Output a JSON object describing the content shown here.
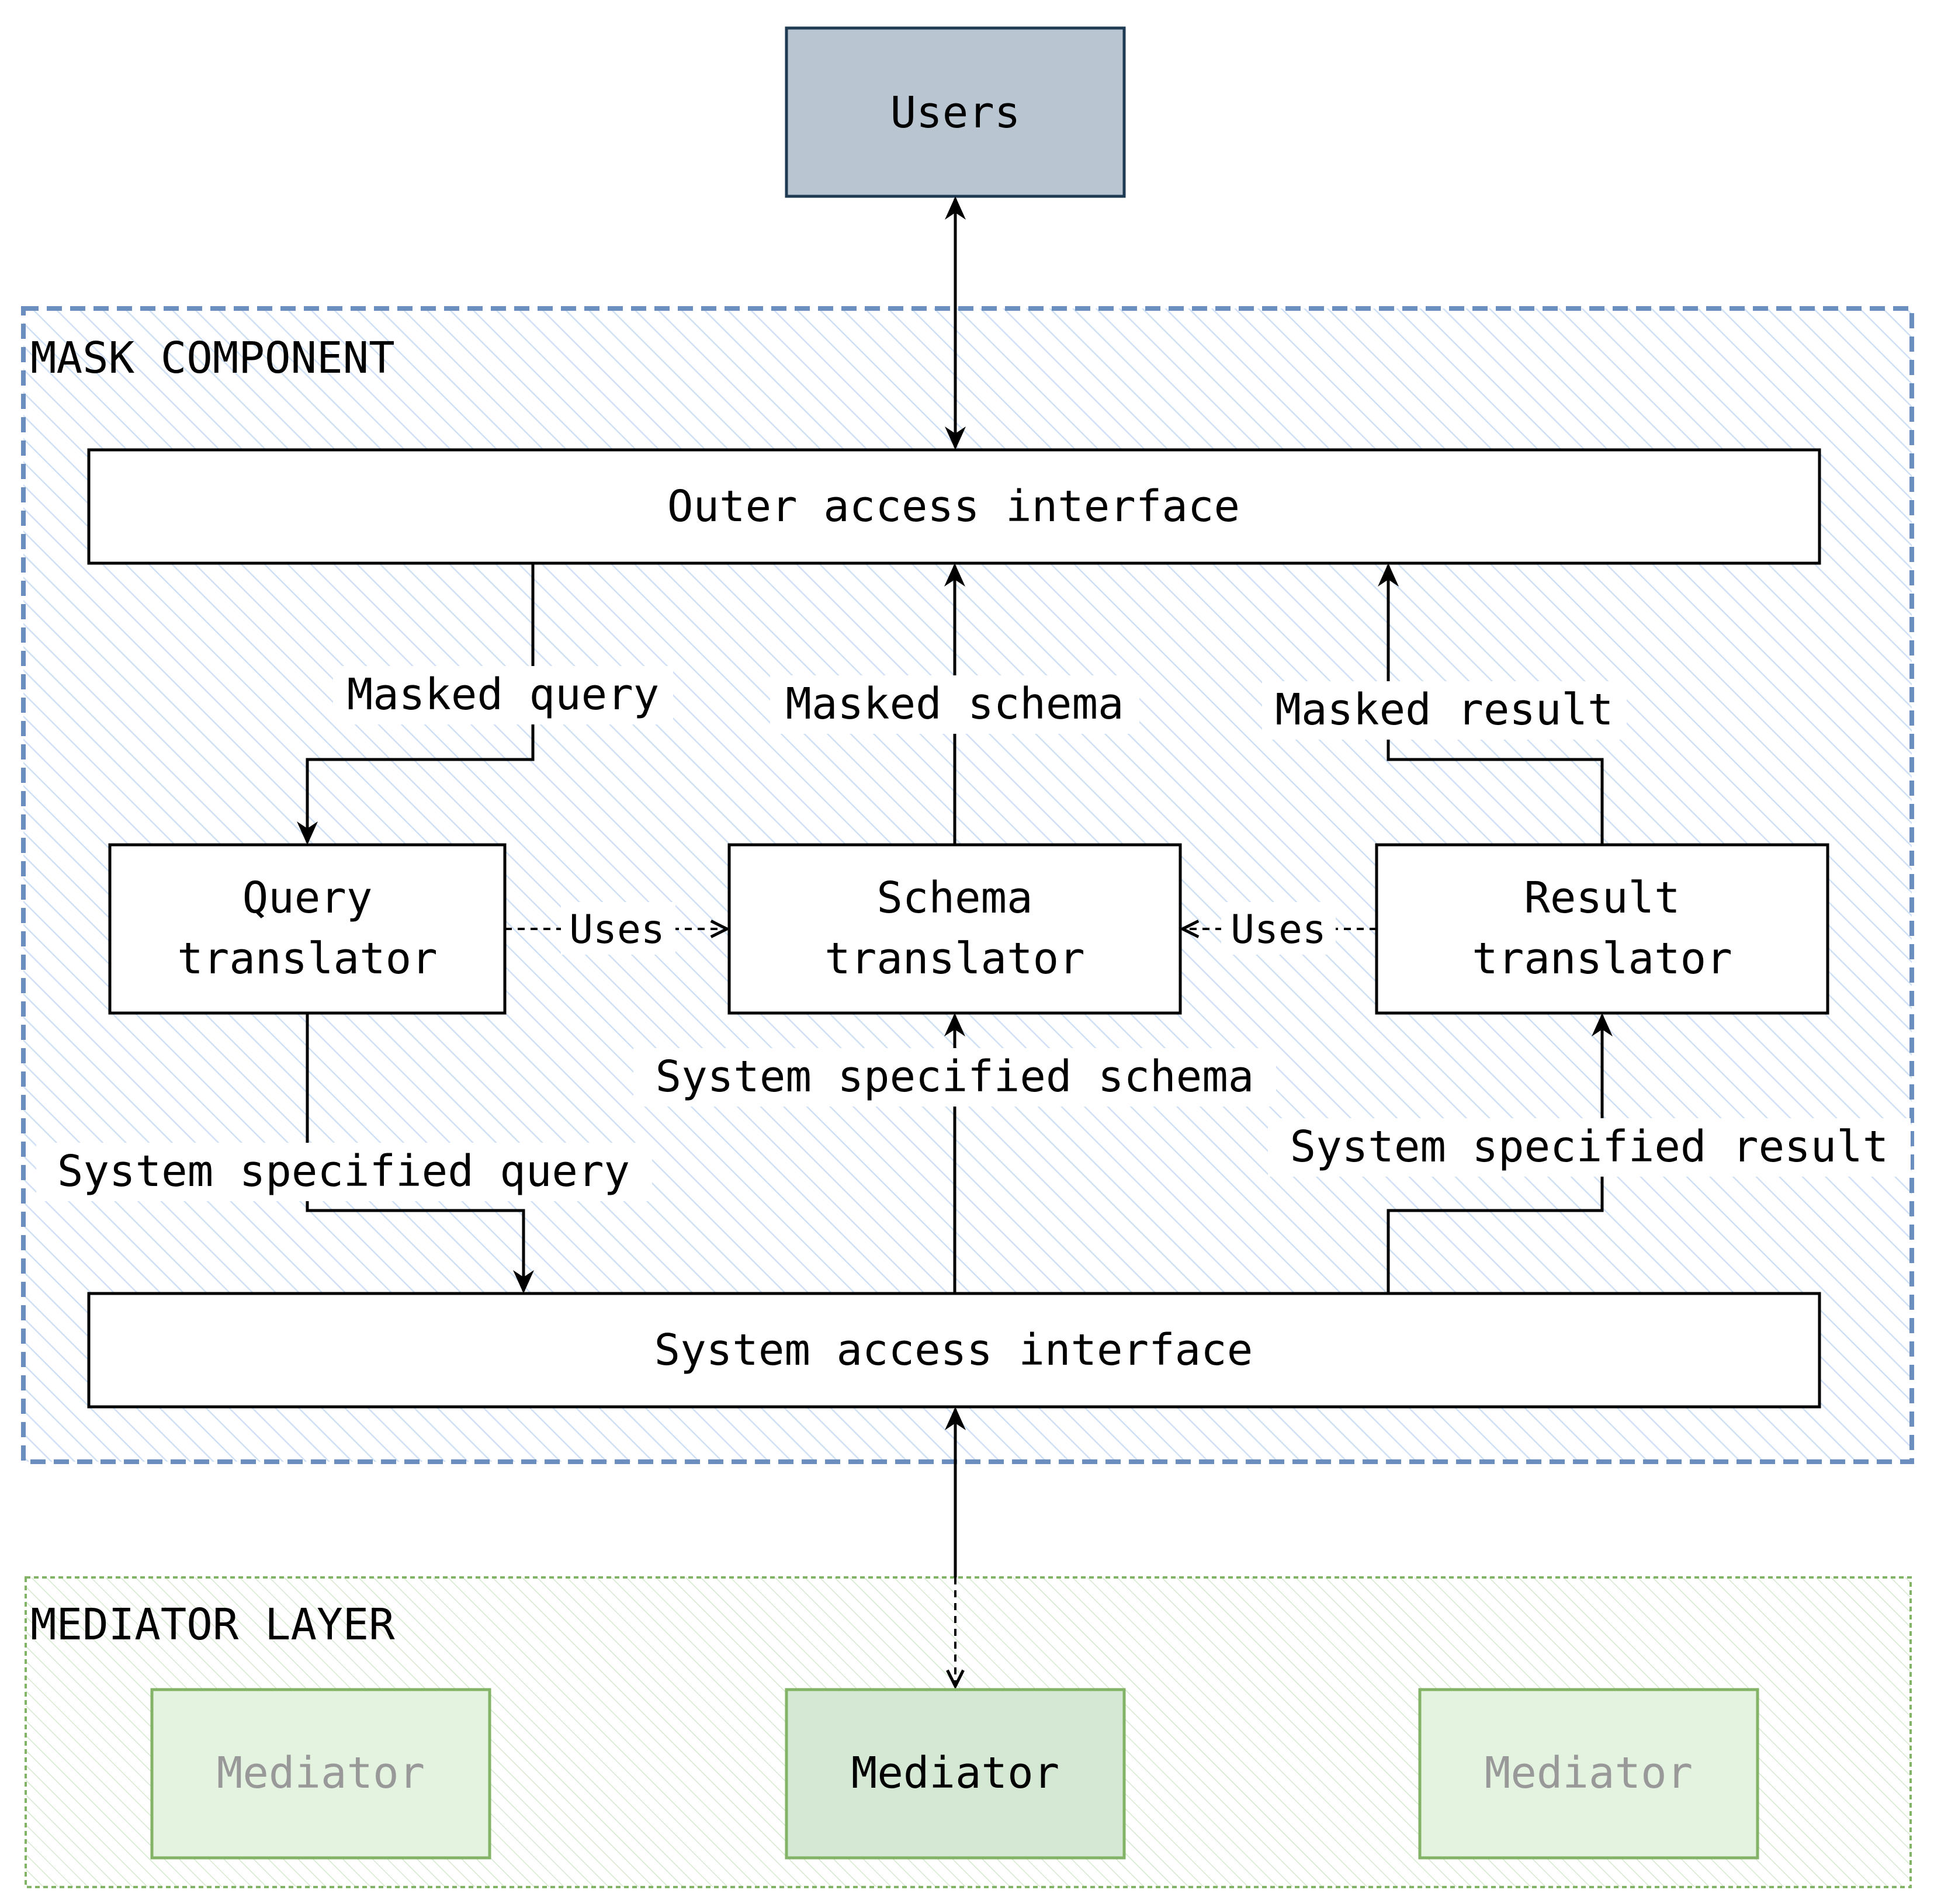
{
  "diagram": {
    "users": {
      "label": "Users",
      "fill": "#b9c6d2",
      "stroke": "#1f3a53"
    },
    "mask_component": {
      "title": "MASK COMPONENT",
      "border_color": "#6c8ebf",
      "hatch_color": "#dae8fc",
      "outer_access_interface": "Outer access interface",
      "system_access_interface": "System access interface",
      "query_translator": [
        "Query",
        "translator"
      ],
      "schema_translator": [
        "Schema",
        "translator"
      ],
      "result_translator": [
        "Result",
        "translator"
      ]
    },
    "edges": {
      "masked_query": "Masked query",
      "masked_schema": "Masked schema",
      "masked_result": "Masked result",
      "uses_left": "Uses",
      "uses_right": "Uses",
      "system_specified_query": "System specified query",
      "system_specified_schema": "System specified schema",
      "system_specified_result": "System specified result"
    },
    "mediator_layer": {
      "title": "MEDIATOR LAYER",
      "border_color": "#82b366",
      "hatch_color": "#d5e8d4",
      "mediators": [
        {
          "label": "Mediator",
          "active": false
        },
        {
          "label": "Mediator",
          "active": true
        },
        {
          "label": "Mediator",
          "active": false
        }
      ],
      "active_fill": "#d5e8d4",
      "inactive_fill": "#e4f3e0",
      "inactive_text_color": "#999999"
    }
  }
}
